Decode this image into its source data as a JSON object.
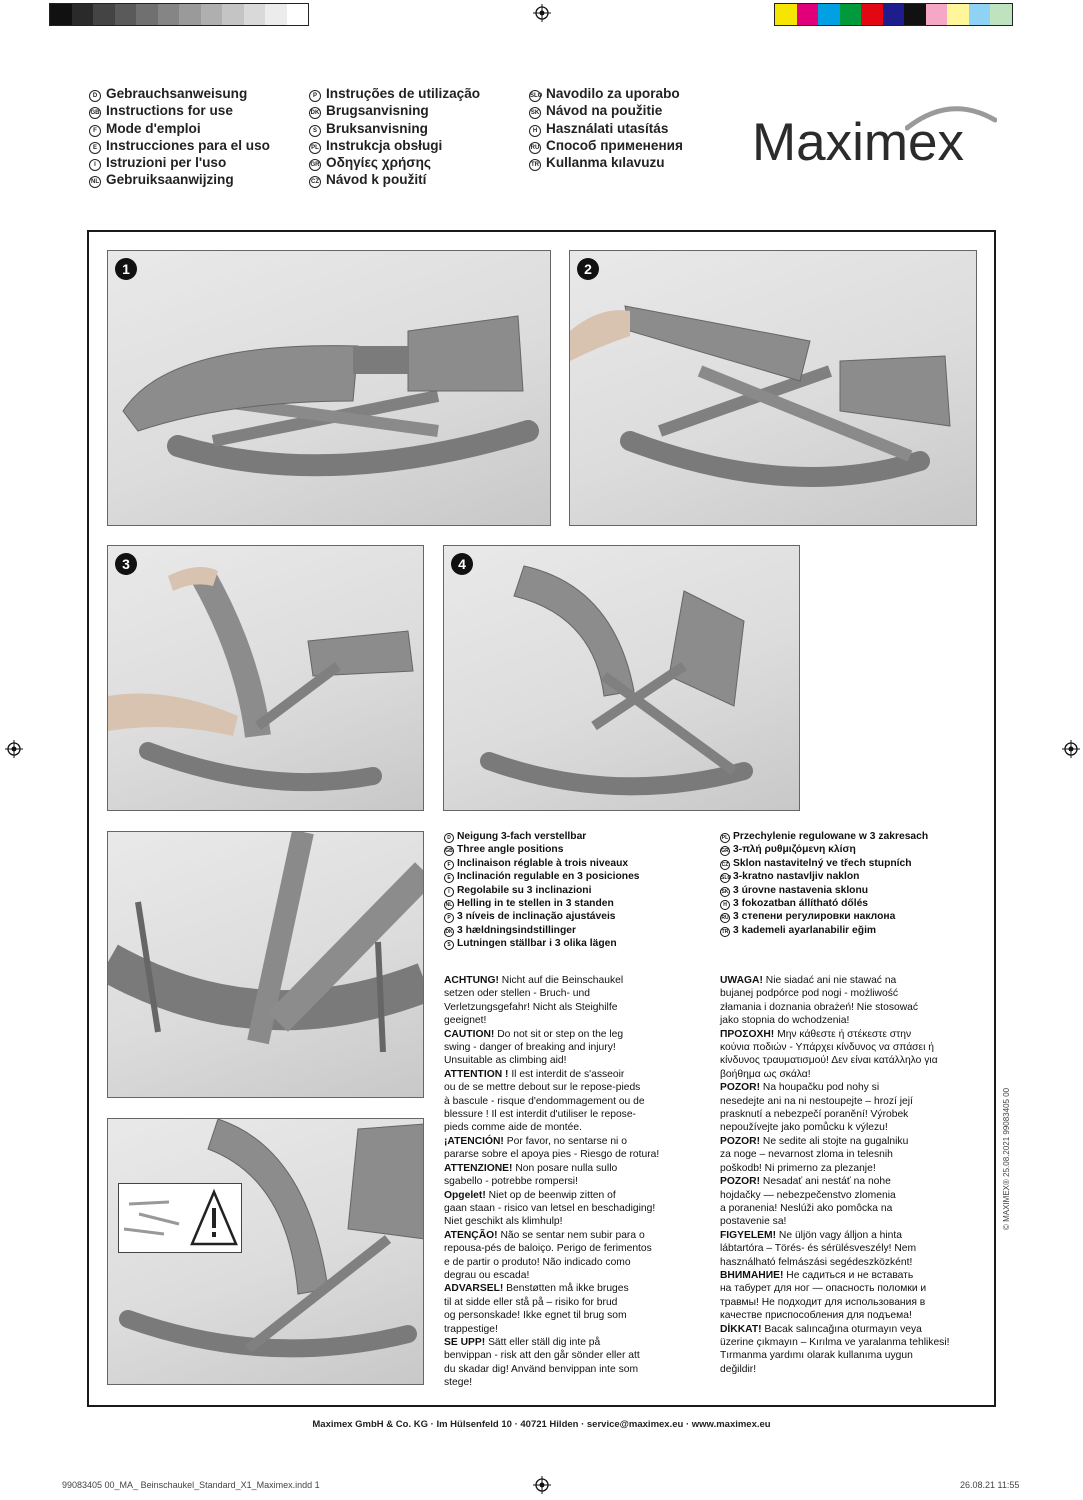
{
  "color_bars": {
    "left": [
      "#111111",
      "#2a2a2a",
      "#444444",
      "#5a5a5a",
      "#707070",
      "#858585",
      "#9a9a9a",
      "#afafaf",
      "#c4c4c4",
      "#d9d9d9",
      "#ececec",
      "#ffffff"
    ],
    "right": [
      "#f6e500",
      "#e2007a",
      "#00a0e3",
      "#009a3d",
      "#e30613",
      "#1d1d8c",
      "#111111",
      "#f5a7c6",
      "#fff59a",
      "#8fd3f4",
      "#bfe3bf"
    ]
  },
  "languages": {
    "col1": [
      {
        "code": "D",
        "text": "Gebrauchsanweisung"
      },
      {
        "code": "GB",
        "text": "Instructions for use"
      },
      {
        "code": "F",
        "text": "Mode d'emploi"
      },
      {
        "code": "E",
        "text": "Instrucciones para el uso"
      },
      {
        "code": "I",
        "text": "Istruzioni per l'uso"
      },
      {
        "code": "NL",
        "text": "Gebruiksaanwijzing"
      }
    ],
    "col2": [
      {
        "code": "P",
        "text": "Instruções de utilização"
      },
      {
        "code": "DK",
        "text": "Brugsanvisning"
      },
      {
        "code": "S",
        "text": "Bruksanvisning"
      },
      {
        "code": "PL",
        "text": "Instrukcja obsługi"
      },
      {
        "code": "GR",
        "text": "Οδηγίες χρήσης"
      },
      {
        "code": "CZ",
        "text": "Návod k použití"
      }
    ],
    "col3": [
      {
        "code": "SLO",
        "text": "Navodilo za uporabo"
      },
      {
        "code": "SK",
        "text": "Návod na použitie"
      },
      {
        "code": "H",
        "text": "Használati utasítás"
      },
      {
        "code": "RU",
        "text": "Способ применения"
      },
      {
        "code": "TR",
        "text": "Kullanma kılavuzu"
      }
    ]
  },
  "logo": "Maximex",
  "steps": [
    "1",
    "2",
    "3",
    "4"
  ],
  "angle_text": {
    "left": [
      {
        "code": "D",
        "text": "Neigung 3-fach verstellbar"
      },
      {
        "code": "GB",
        "text": "Three angle positions"
      },
      {
        "code": "F",
        "text": "Inclinaison réglable à trois niveaux"
      },
      {
        "code": "E",
        "text": "Inclinación regulable en 3 posiciones"
      },
      {
        "code": "I",
        "text": "Regolabile su 3 inclinazioni"
      },
      {
        "code": "NL",
        "text": "Helling in te stellen in 3 standen"
      },
      {
        "code": "P",
        "text": "3 níveis de inclinação ajustáveis"
      },
      {
        "code": "DK",
        "text": "3 hældningsindstillinger"
      },
      {
        "code": "S",
        "text": "Lutningen ställbar i 3 olika lägen"
      }
    ],
    "right": [
      {
        "code": "PL",
        "text": "Przechylenie regulowane w 3 zakresach"
      },
      {
        "code": "GR",
        "text": "3-πλή ρυθμιζόμενη κλίση"
      },
      {
        "code": "CZ",
        "text": "Sklon nastavitelný ve třech stupních"
      },
      {
        "code": "SLO",
        "text": "3-kratno nastavljiv naklon"
      },
      {
        "code": "SK",
        "text": "3 úrovne nastavenia sklonu"
      },
      {
        "code": "H",
        "text": "3 fokozatban állítható dőlés"
      },
      {
        "code": "RU",
        "text": "3 степени регулировки наклона"
      },
      {
        "code": "TR",
        "text": "3 kademeli ayarlanabilir eğim"
      }
    ]
  },
  "warnings": {
    "left": [
      "ACHTUNG! Nicht auf die Beinschaukel",
      "setzen oder stellen - Bruch- und",
      "Verletzungsgefahr! Nicht als Steighilfe",
      "geeignet!",
      "CAUTION! Do not sit or step on the leg",
      "swing - danger of breaking and injury!",
      "Unsuitable as climbing aid!",
      "ATTENTION ! Il est interdit de s'asseoir",
      "ou de se mettre debout sur le repose-pieds",
      "à bascule - risque d'endommagement ou de",
      "blessure ! Il est interdit d'utiliser le repose-",
      "pieds comme aide de montée.",
      "¡ATENCIÓN! Por favor, no sentarse ni o",
      "pararse sobre el apoya pies - Riesgo de rotura!",
      "ATTENZIONE! Non posare nulla sullo",
      "sgabello - potrebbe rompersi!",
      "Opgelet! Niet op de beenwip zitten of",
      "gaan staan - risico van letsel en beschadiging!",
      "Niet geschikt als klimhulp!",
      "ATENÇÃO! Não se sentar nem subir para o",
      "repousa-pés de baloiço. Perigo de ferimentos",
      "e de partir o produto! Não indicado como",
      "degrau ou escada!",
      "ADVARSEL! Benstøtten må ikke bruges",
      "til at sidde eller stå på – risiko for brud",
      "og personskade! Ikke egnet til brug som",
      "trappestige!",
      "SE UPP! Sätt eller ställ dig inte på",
      "benvippan - risk att den går sönder eller att",
      "du skadar dig! Använd benvippan inte som",
      "stege!"
    ],
    "right": [
      "UWAGA! Nie siadać ani nie stawać na",
      "bujanej podpórce pod nogi - możliwość",
      "złamania i doznania obrażeń! Nie stosować",
      "jako stopnia do wchodzenia!",
      "ΠΡΟΣΟΧΗ! Μην κάθεστε ή στέκεστε στην",
      "κούνια ποδιών - Υπάρχει κίνδυνος να σπάσει ή",
      "κίνδυνος τραυματισμού! Δεν είναι κατάλληλο για",
      "βοήθημα ως σκάλα!",
      "POZOR! Na houpačku pod nohy si",
      "nesedejte ani na ni nestoupejte – hrozí její",
      "prasknutí a nebezpečí poranění! Výrobek",
      "nepoužívejte jako pomůcku k výlezu!",
      "POZOR! Ne sedite ali stojte na gugalniku",
      "za noge – nevarnost zloma in telesnih",
      "poškodb! Ni primerno za plezanje!",
      "POZOR! Nesadať ani nestáť na nohe",
      "hojdačky — nebezpečenstvo zlomenia",
      "a poranenia! Neslúži ako pomôcka na",
      "postavenie sa!",
      "FIGYELEM! Ne üljön vagy álljon a hinta",
      "lábtartóra – Törés- és sérülésveszély! Nem",
      "használható felmászási segédeszközként!",
      "ВНИМАНИЕ! Не садиться и не вставать",
      "на табурет для ног — опасность поломки и",
      "травмы! Не подходит для использования в",
      "качестве приспособления для подъема!",
      "DİKKAT! Bacak salıncağına oturmayın veya",
      "üzerine çıkmayın – Kırılma ve yaralanma tehlikesi!",
      "Tırmanma yardımı olarak kullanıma uygun",
      "değildir!"
    ]
  },
  "footer": "Maximex GmbH & Co. KG · Im Hülsenfeld 10 · 40721 Hilden · service@maximex.eu · www.maximex.eu",
  "slug_left": "99083405 00_MA_ Beinschaukel_Standard_X1_Maximex.indd 1",
  "slug_right": "26.08.21 11:55",
  "vertical_code": "© MAXIMEX® 25.08.2021 99083405 00"
}
